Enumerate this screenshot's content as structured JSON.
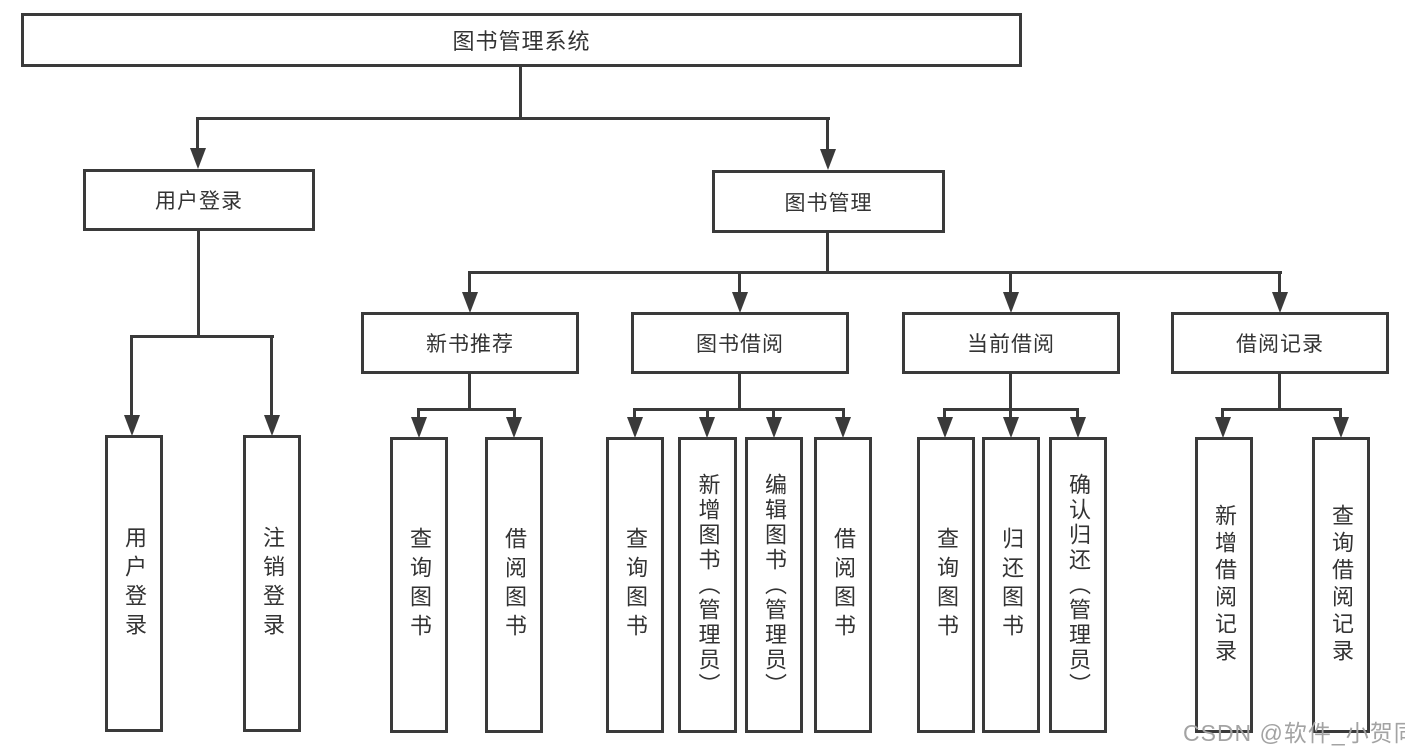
{
  "diagram_title": "图书管理系统",
  "nodes": {
    "root": "图书管理系统",
    "user_login": "用户登录",
    "book_mgmt": "图书管理",
    "login_children": [
      "用户登录",
      "注销登录"
    ],
    "sections": [
      "新书推荐",
      "图书借阅",
      "当前借阅",
      "借阅记录"
    ],
    "new_book_children": [
      "查询图书",
      "借阅图书"
    ],
    "borrow_children": [
      "查询图书",
      "新增图书（管理员）",
      "编辑图书（管理员）",
      "借阅图书"
    ],
    "current_children": [
      "查询图书",
      "归还图书",
      "确认归还（管理员）"
    ],
    "record_children": [
      "新增借阅记录",
      "查询借阅记录"
    ]
  },
  "watermark": "CSDN @软件_小贺同学",
  "colors": {
    "line": "#3a3a3a",
    "text": "#333333",
    "background": "#ffffff",
    "watermark": "#a3a3a3"
  }
}
